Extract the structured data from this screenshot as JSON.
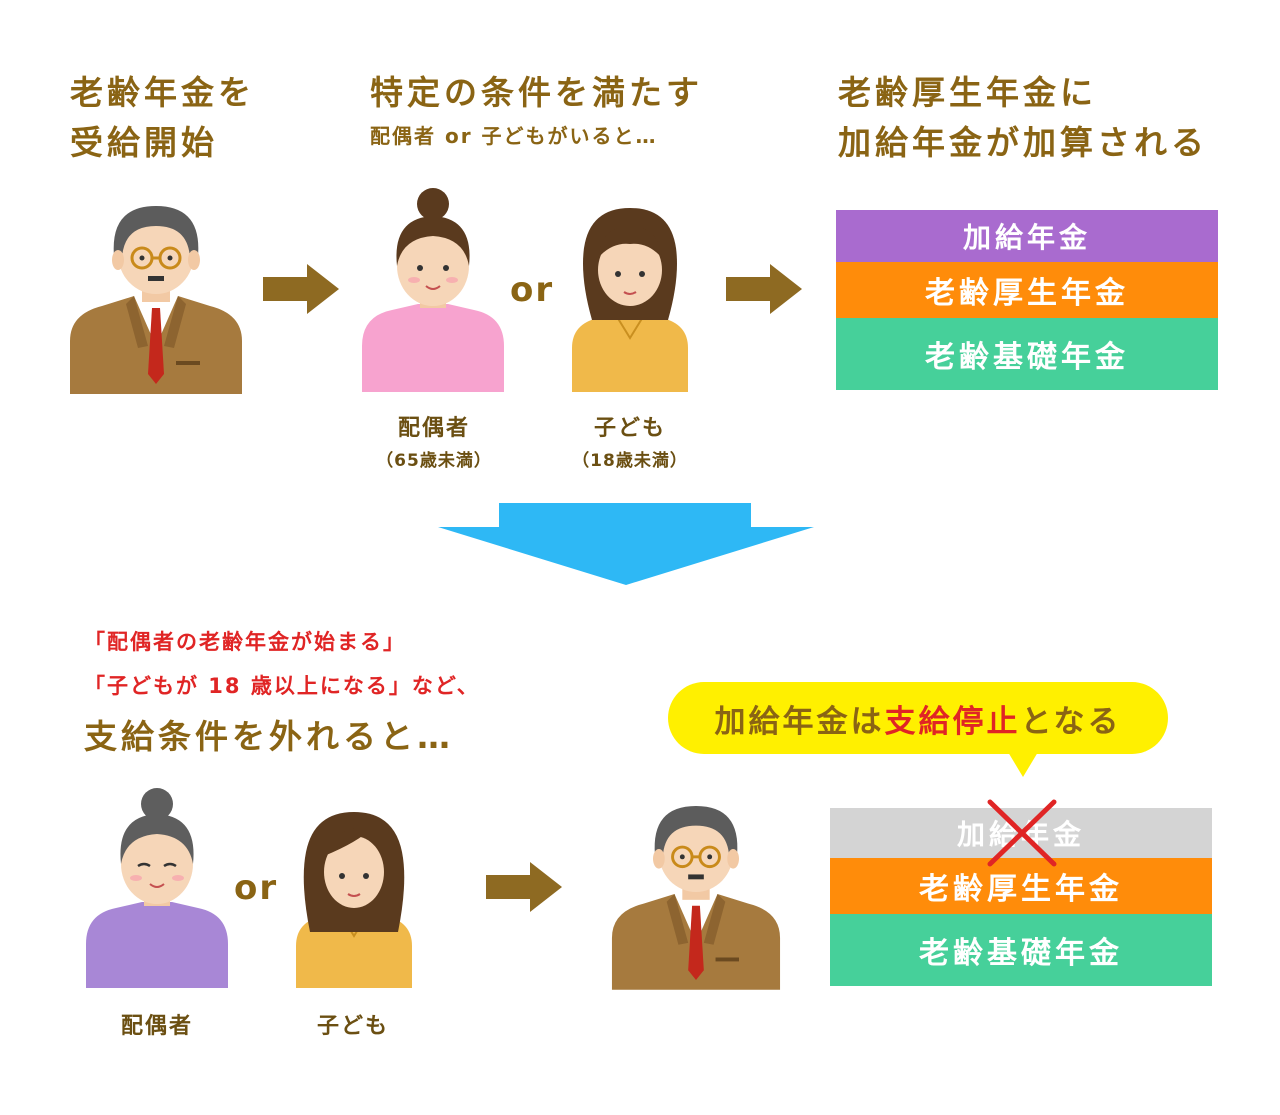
{
  "top": {
    "step1": {
      "line1": "老齢年金を",
      "line2": "受給開始"
    },
    "step2": {
      "title": "特定の条件を満たす",
      "subtitle": "配偶者 or 子どもがいると…"
    },
    "step3": {
      "line1": "老齢厚生年金に",
      "line2": "加給年金が加算される"
    },
    "or_text": "or",
    "spouse": {
      "label": "配偶者",
      "condition": "（65歳未満）"
    },
    "child": {
      "label": "子ども",
      "condition": "（18歳未満）"
    },
    "stack": {
      "kakyu": "加給年金",
      "kosei": "老齢厚生年金",
      "kiso": "老齢基礎年金"
    }
  },
  "bottom": {
    "red_line1": "「配偶者の老齢年金が始まる」",
    "red_line2": "「子どもが 18 歳以上になる」など、",
    "heading": "支給条件を外れると…",
    "or_text": "or",
    "spouse_label": "配偶者",
    "child_label": "子ども",
    "bubble": {
      "part1": "加給年金は",
      "emphasis": "支給停止",
      "part2": "となる"
    },
    "stack": {
      "kakyu": "加給年金",
      "kosei": "老齢厚生年金",
      "kiso": "老齢基礎年金"
    }
  },
  "colors": {
    "brown_text": "#8a6414",
    "arrow_brown": "#8e6a22",
    "purple": "#a96bcf",
    "orange": "#ff8c0a",
    "green": "#46d09a",
    "gray": "#d4d4d4",
    "blue_arrow": "#2eb8f5",
    "bubble_yellow": "#fff000",
    "red": "#e02525"
  }
}
